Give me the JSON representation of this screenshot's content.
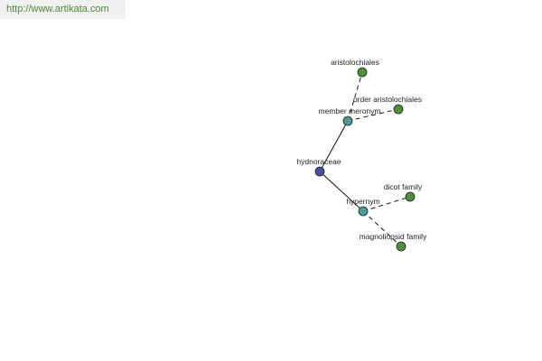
{
  "site": {
    "url": "http://www.artikata.com"
  },
  "colors": {
    "root_node": "#4d4d9e",
    "relation_node": "#4b9999",
    "leaf_node": "#4f8f3f",
    "edge": "#111111",
    "url_text": "#4a8a3a"
  },
  "graph": {
    "nodes": [
      {
        "id": "hydnoraceae",
        "label": "hydnoraceae",
        "kind": "root"
      },
      {
        "id": "member_meronym",
        "label": "member meronym",
        "kind": "relation"
      },
      {
        "id": "hypernym",
        "label": "hypernym",
        "kind": "relation"
      },
      {
        "id": "aristolochiales",
        "label": "aristolochiales",
        "kind": "leaf"
      },
      {
        "id": "order_aristolochiales",
        "label": "order aristolochiales",
        "kind": "leaf"
      },
      {
        "id": "dicot_family",
        "label": "dicot family",
        "kind": "leaf"
      },
      {
        "id": "magnoliopsid_family",
        "label": "magnoliopsid family",
        "kind": "leaf"
      }
    ],
    "edges": [
      {
        "from": "hydnoraceae",
        "to": "member_meronym",
        "style": "solid"
      },
      {
        "from": "hydnoraceae",
        "to": "hypernym",
        "style": "solid"
      },
      {
        "from": "member_meronym",
        "to": "aristolochiales",
        "style": "dashed"
      },
      {
        "from": "member_meronym",
        "to": "order_aristolochiales",
        "style": "dashed"
      },
      {
        "from": "hypernym",
        "to": "dicot_family",
        "style": "dashed"
      },
      {
        "from": "hypernym",
        "to": "magnoliopsid_family",
        "style": "dashed"
      }
    ]
  }
}
